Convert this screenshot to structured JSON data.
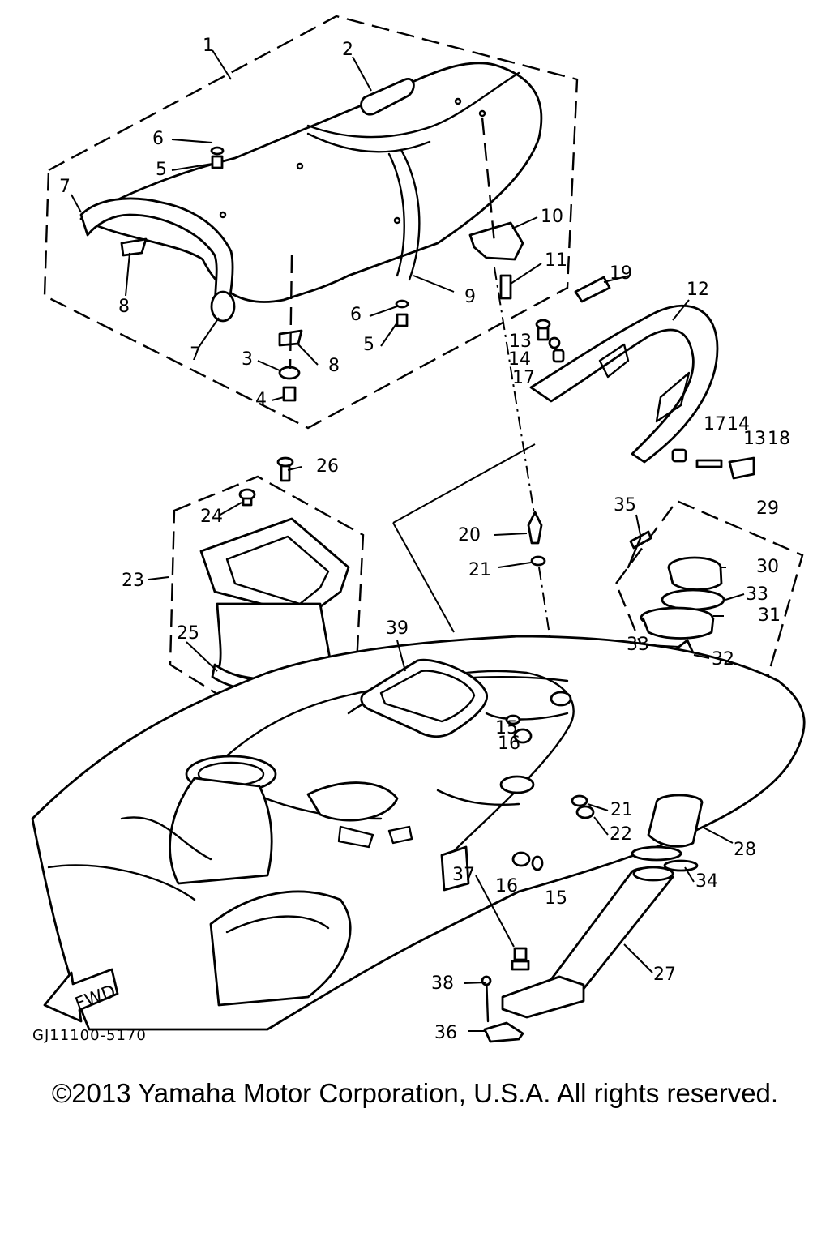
{
  "diagram": {
    "code": "GJ11100-5170",
    "direction_label": "FWD",
    "callouts": [
      "1",
      "2",
      "3",
      "4",
      "5",
      "5",
      "6",
      "6",
      "7",
      "7",
      "8",
      "8",
      "9",
      "10",
      "11",
      "12",
      "13",
      "13",
      "14",
      "14",
      "15",
      "15",
      "16",
      "16",
      "17",
      "17",
      "18",
      "19",
      "20",
      "21",
      "21",
      "22",
      "23",
      "24",
      "25",
      "26",
      "27",
      "28",
      "29",
      "30",
      "31",
      "32",
      "33",
      "33",
      "34",
      "35",
      "36",
      "37",
      "38",
      "39"
    ]
  },
  "footer": {
    "copyright": "©2013 Yamaha Motor Corporation, U.S.A. All rights reserved."
  },
  "colors": {
    "line": "#000000",
    "background": "#ffffff"
  }
}
